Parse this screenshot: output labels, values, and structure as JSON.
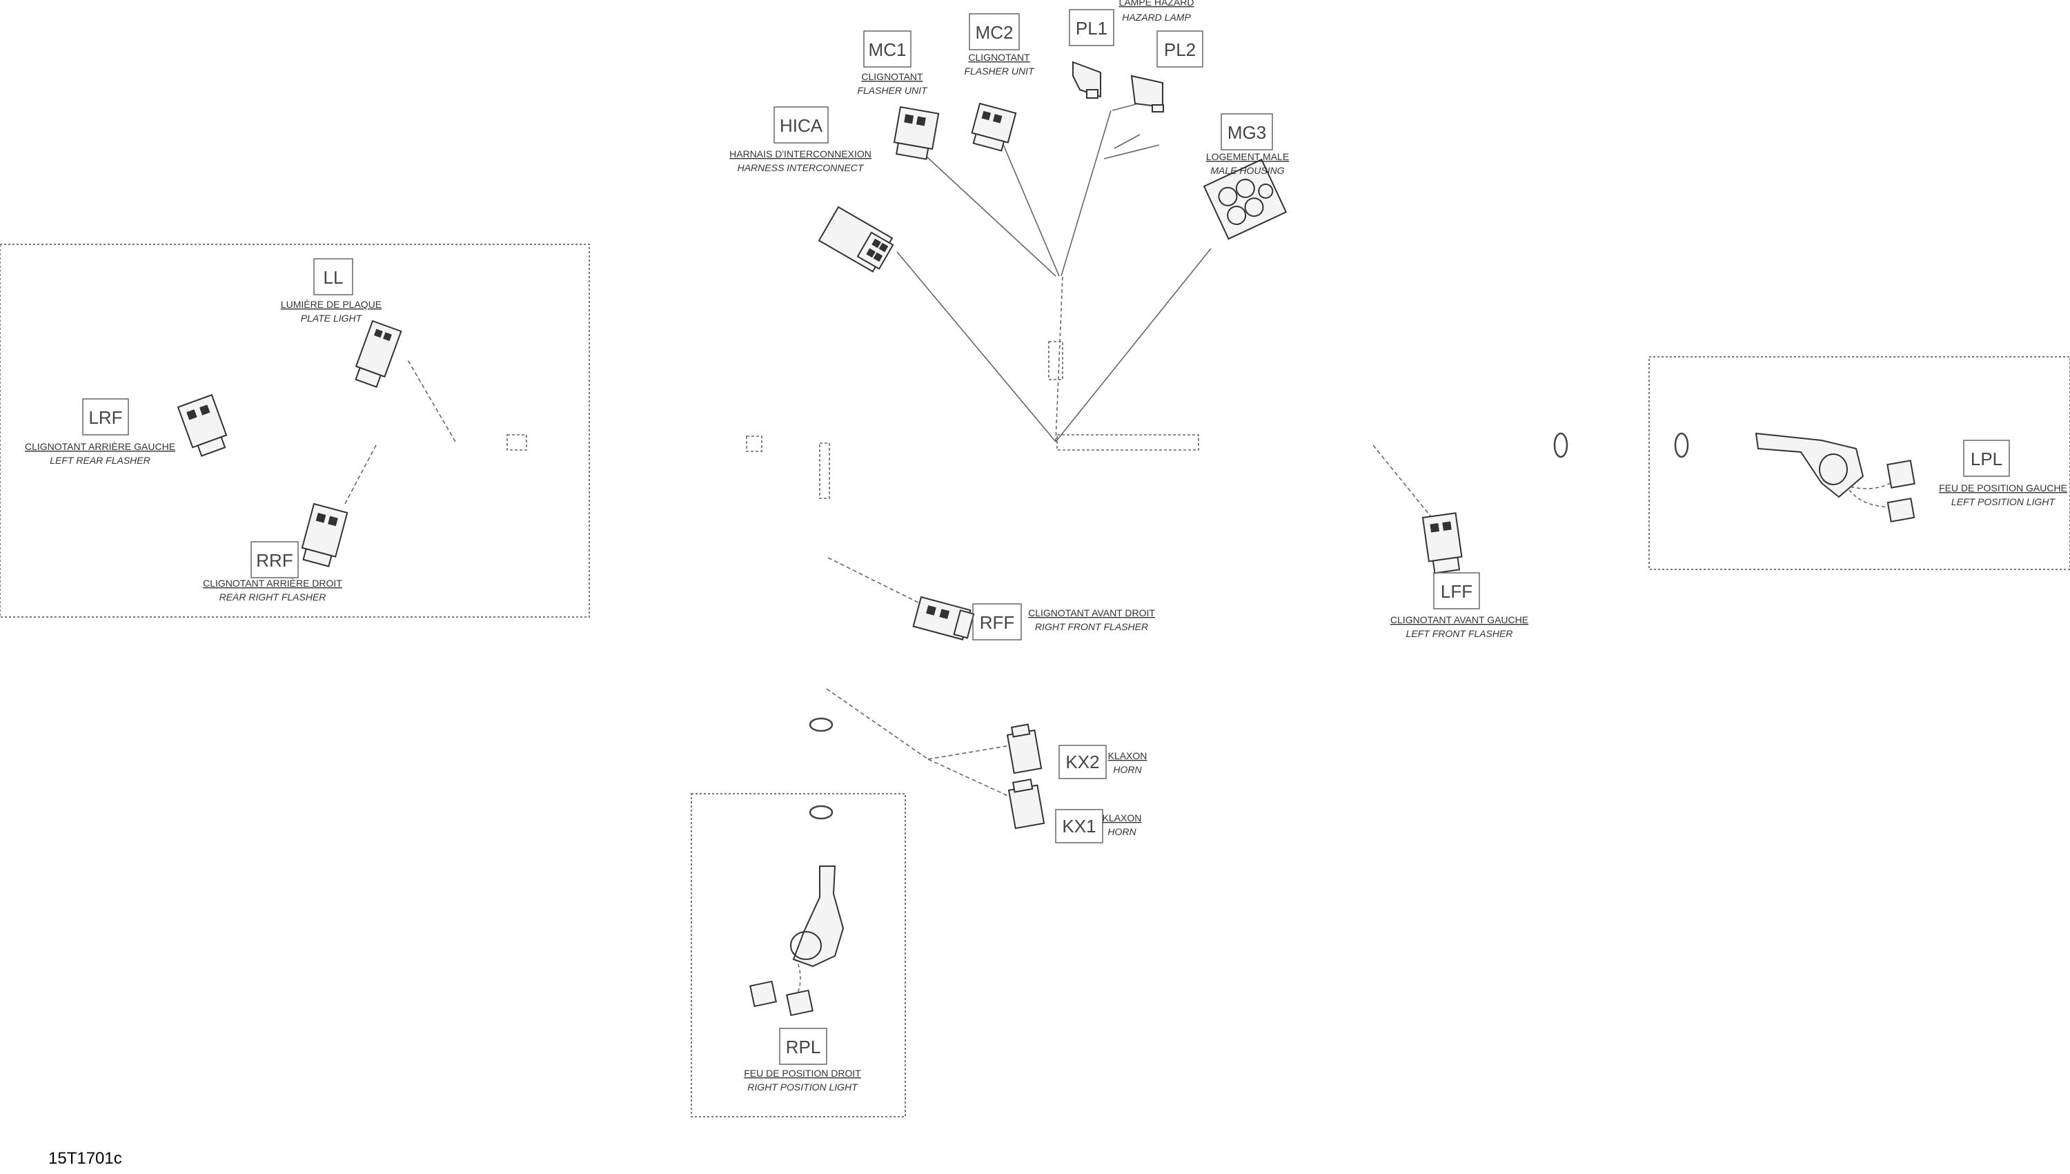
{
  "reference_code": "15T1701c",
  "components": [
    {
      "id": "MC1",
      "code": "MC1",
      "label_fr": "CLIGNOTANT",
      "label_en": "FLASHER UNIT"
    },
    {
      "id": "MC2",
      "code": "MC2",
      "label_fr": "CLIGNOTANT",
      "label_en": "FLASHER UNIT"
    },
    {
      "id": "PL1",
      "code": "PL1",
      "label_fr": "",
      "label_en": ""
    },
    {
      "id": "PL2",
      "code": "PL2",
      "label_fr": "",
      "label_en": ""
    },
    {
      "id": "HAZ",
      "code": "",
      "label_fr": "LAMPE HAZARD",
      "label_en": "HAZARD LAMP"
    },
    {
      "id": "HICA",
      "code": "HICA",
      "label_fr": "HARNAIS D'INTERCONNEXION",
      "label_en": "HARNESS INTERCONNECT"
    },
    {
      "id": "MG3",
      "code": "MG3",
      "label_fr": "LOGEMENT MALE",
      "label_en": "MALE HOUSING"
    },
    {
      "id": "LL",
      "code": "LL",
      "label_fr": "LUMIÈRE DE PLAQUE",
      "label_en": "PLATE LIGHT"
    },
    {
      "id": "LRF",
      "code": "LRF",
      "label_fr": "CLIGNOTANT ARRIÈRE GAUCHE",
      "label_en": "LEFT REAR FLASHER"
    },
    {
      "id": "RRF",
      "code": "RRF",
      "label_fr": "CLIGNOTANT ARRIÈRE DROIT",
      "label_en": "REAR RIGHT FLASHER"
    },
    {
      "id": "RFF",
      "code": "RFF",
      "label_fr": "CLIGNOTANT AVANT DROIT",
      "label_en": "RIGHT FRONT FLASHER"
    },
    {
      "id": "LFF",
      "code": "LFF",
      "label_fr": "CLIGNOTANT AVANT GAUCHE",
      "label_en": "LEFT FRONT FLASHER"
    },
    {
      "id": "LPL",
      "code": "LPL",
      "label_fr": "FEU DE POSITION GAUCHE",
      "label_en": "LEFT POSITION LIGHT"
    },
    {
      "id": "KX2",
      "code": "KX2",
      "label_fr": "KLAXON",
      "label_en": "HORN"
    },
    {
      "id": "KX1",
      "code": "KX1",
      "label_fr": "KLAXON",
      "label_en": "HORN"
    },
    {
      "id": "RPL",
      "code": "RPL",
      "label_fr": "FEU DE POSITION DROIT",
      "label_en": "RIGHT POSITION LIGHT"
    }
  ]
}
